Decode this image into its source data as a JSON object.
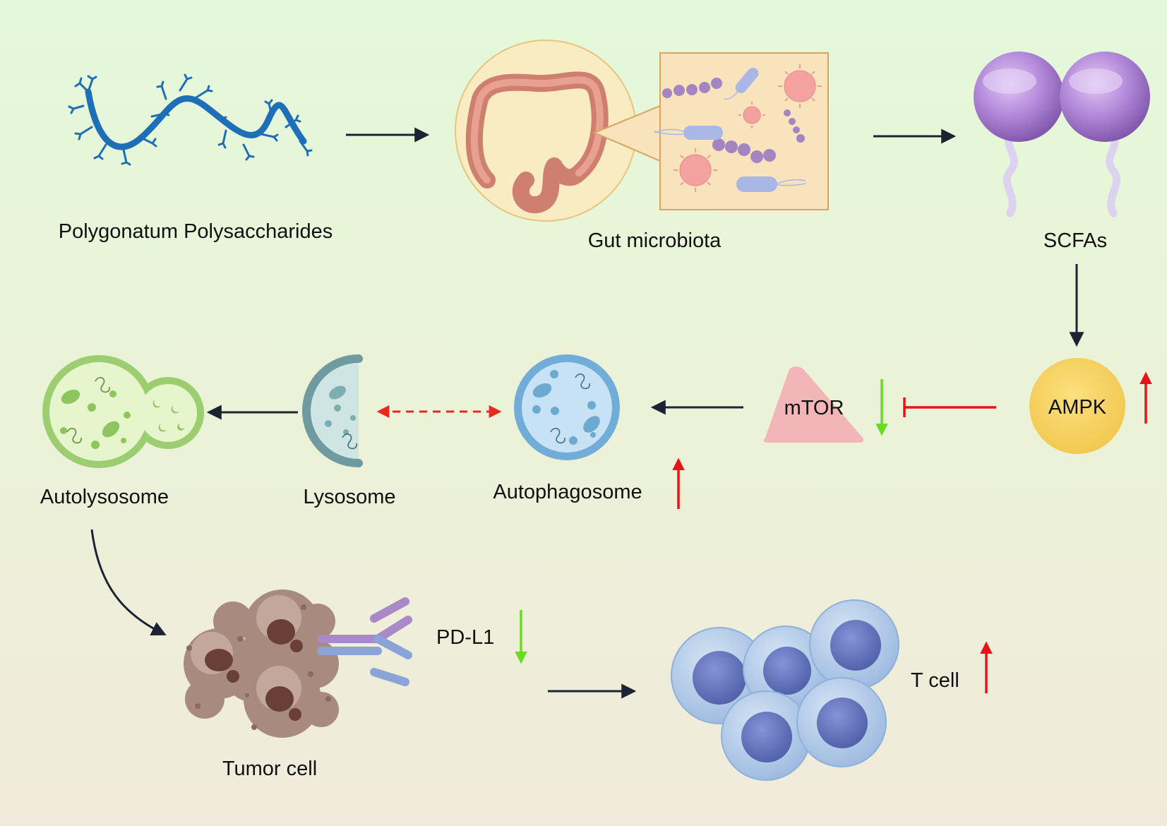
{
  "labels": {
    "polysaccharides": "Polygonatum Polysaccharides",
    "gut_microbiota": "Gut microbiota",
    "scfas": "SCFAs",
    "ampk": "AMPK",
    "mtor": "mTOR",
    "autophagosome": "Autophagosome",
    "lysosome": "Lysosome",
    "autolysosome": "Autolysosome",
    "tumor_cell": "Tumor cell",
    "pdl1": "PD-L1",
    "tcell": "T cell"
  },
  "indicators": {
    "ampk": "up",
    "mtor": "down",
    "autophagosome": "up",
    "pdl1": "down",
    "tcell": "up"
  },
  "colors": {
    "increase_arrow": "#e8121a",
    "decrease_arrow": "#66dd22",
    "inhibit_bar": "#e8121a",
    "flow_arrow": "#1c2433",
    "fusion_dashed": "#e8291e",
    "polysaccharide": "#1f6fb8",
    "ampk": "#f7d25c",
    "mtor": "#f2b6b8",
    "scfa_sphere": "#b388d8",
    "t_cell_nucleus": "#6577c0",
    "tumor": "#8d6b62"
  }
}
